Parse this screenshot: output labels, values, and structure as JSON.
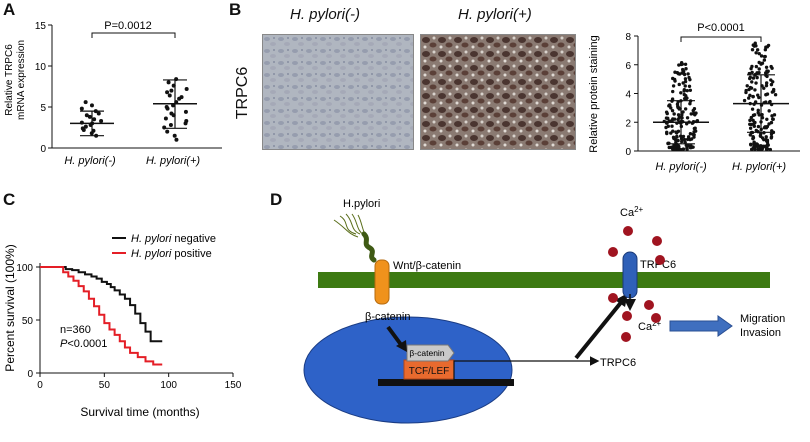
{
  "panels": {
    "A": {
      "letter": "A"
    },
    "B": {
      "letter": "B"
    },
    "C": {
      "letter": "C"
    },
    "D": {
      "letter": "D"
    }
  },
  "panel_b": {
    "row_label": "TRPC6",
    "image_neg_title": "H. pylori(-)",
    "image_pos_title": "H. pylori(+)"
  },
  "panel_d": {
    "hpylori": "H.pylori",
    "wnt": "Wnt/β-catenin",
    "beta_catenin": "β-catenin",
    "nuclear_beta_catenin": "β-catenin",
    "tcf_lef": "TCF/LEF",
    "trpc6_gene": "TRPC6",
    "trpc6_channel": "TRPC6",
    "ca_top": "Ca",
    "ca_top_sup": "2+",
    "ca_bottom": "Ca",
    "ca_bottom_sup": "2+",
    "outcome_1": "Migration",
    "outcome_2": "Invasion",
    "colors": {
      "membrane": "#3d7a12",
      "nucleus": "#2e62c8",
      "receptor": "#f0921c",
      "channel": "#2f60b8",
      "calcium": "#a01420",
      "tcf": "#e86a2e",
      "arrow_blue": "#3f6fbf"
    }
  },
  "chart_data": [
    {
      "id": "A",
      "type": "scatter",
      "ylabel_line1": "Relative TRPC6",
      "ylabel_line2": "mRNA expression",
      "ylim": [
        0,
        15
      ],
      "yticks": [
        "0",
        "5",
        "10",
        "15"
      ],
      "categories": [
        "H. pylori(-)",
        "H. pylori(+)"
      ],
      "p_value": "P=0.0012",
      "summary": [
        {
          "category": "H. pylori(-)",
          "mean": 3.0,
          "sd_low": 1.5,
          "sd_high": 4.5
        },
        {
          "category": "H. pylori(+)",
          "mean": 5.4,
          "sd_low": 2.4,
          "sd_high": 8.3
        }
      ],
      "points": [
        [
          1.8,
          2.1,
          2.4,
          2.6,
          2.8,
          3.0,
          3.1,
          3.3,
          3.5,
          3.8,
          4.0,
          4.2,
          4.5,
          4.8,
          5.2,
          5.6,
          1.5,
          2.2
        ],
        [
          1.0,
          1.5,
          2.0,
          2.5,
          3.0,
          3.3,
          3.6,
          4.0,
          4.4,
          4.8,
          5.2,
          5.6,
          6.0,
          6.4,
          6.8,
          7.2,
          7.6,
          8.0,
          8.4,
          2.8,
          5.0,
          6.2,
          4.2,
          7.0
        ]
      ]
    },
    {
      "id": "B",
      "type": "scatter",
      "ylabel": "Relative protein staining",
      "ylim": [
        0,
        8
      ],
      "yticks": [
        "0",
        "2",
        "4",
        "6",
        "8"
      ],
      "categories": [
        "H. pylori(-)",
        "H. pylori(+)"
      ],
      "p_value": "P<0.0001",
      "summary": [
        {
          "category": "H. pylori(-)",
          "mean": 2.0,
          "sd_low": 0.5,
          "sd_high": 3.5
        },
        {
          "category": "H. pylori(+)",
          "mean": 3.3,
          "sd_low": 1.3,
          "sd_high": 5.3
        }
      ],
      "group_sizes": [
        170,
        170
      ],
      "group_ranges": [
        [
          0.1,
          6.4
        ],
        [
          0.1,
          7.6
        ]
      ]
    },
    {
      "id": "C",
      "type": "line",
      "ylabel": "Percent survival (100%)",
      "xlabel": "Survival time (months)",
      "xlim": [
        0,
        150
      ],
      "ylim": [
        0,
        100
      ],
      "xticks": [
        "0",
        "50",
        "100",
        "150"
      ],
      "yticks": [
        "0",
        "50",
        "100"
      ],
      "legend_position": "top-right",
      "annotation_1": "n=360",
      "annotation_2": "P<0.0001",
      "series": [
        {
          "name_italic": "H. pylori",
          "name_rest": " negative",
          "color": "#111111",
          "x": [
            0,
            12,
            20,
            25,
            30,
            35,
            40,
            44,
            48,
            52,
            55,
            58,
            62,
            66,
            70,
            74,
            78,
            82,
            86,
            95
          ],
          "y": [
            100,
            100,
            98,
            97,
            95,
            93,
            91,
            89,
            86,
            84,
            81,
            78,
            74,
            70,
            64,
            56,
            47,
            39,
            30,
            30
          ]
        },
        {
          "name_italic": "H. pylori",
          "name_rest": " positive",
          "color": "#e41e26",
          "x": [
            0,
            18,
            22,
            26,
            30,
            34,
            38,
            42,
            46,
            50,
            54,
            58,
            62,
            66,
            70,
            76,
            82,
            88,
            95
          ],
          "y": [
            100,
            95,
            91,
            87,
            82,
            77,
            70,
            63,
            55,
            47,
            41,
            36,
            30,
            24,
            19,
            15,
            11,
            8,
            8
          ]
        }
      ]
    }
  ]
}
